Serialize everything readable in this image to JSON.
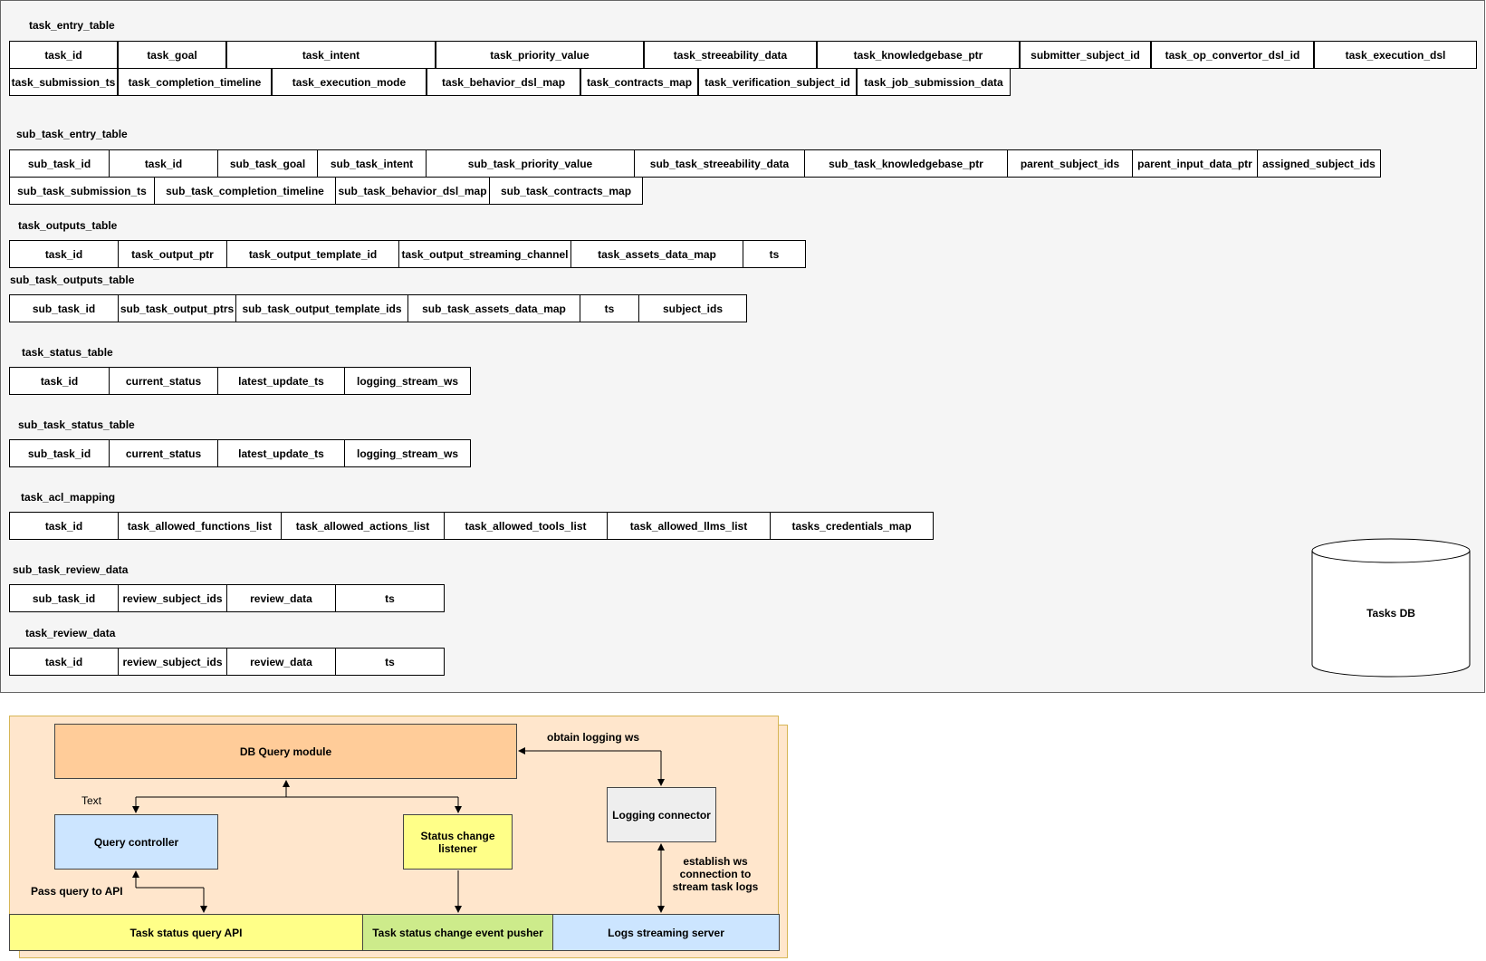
{
  "tables": [
    {
      "label": "task_entry_table",
      "rows": [
        [
          "task_id",
          "task_goal",
          "task_intent",
          "task_priority_value",
          "task_streeability_data",
          "task_knowledgebase_ptr",
          "submitter_subject_id",
          "task_op_convertor_dsl_id",
          "task_execution_dsl"
        ],
        [
          "task_submission_ts",
          "task_completion_timeline",
          "task_execution_mode",
          "task_behavior_dsl_map",
          "task_contracts_map",
          "task_verification_subject_id",
          "task_job_submission_data"
        ]
      ]
    },
    {
      "label": "sub_task_entry_table",
      "rows": [
        [
          "sub_task_id",
          "task_id",
          "sub_task_goal",
          "sub_task_intent",
          "sub_task_priority_value",
          "sub_task_streeability_data",
          "sub_task_knowledgebase_ptr",
          "parent_subject_ids",
          "parent_input_data_ptr",
          "assigned_subject_ids"
        ],
        [
          "sub_task_submission_ts",
          "sub_task_completion_timeline",
          "sub_task_behavior_dsl_map",
          "sub_task_contracts_map"
        ]
      ]
    },
    {
      "label": "task_outputs_table",
      "rows": [
        [
          "task_id",
          "task_output_ptr",
          "task_output_template_id",
          "task_output_streaming_channel",
          "task_assets_data_map",
          "ts"
        ]
      ]
    },
    {
      "label": "sub_task_outputs_table",
      "rows": [
        [
          "sub_task_id",
          "sub_task_output_ptrs",
          "sub_task_output_template_ids",
          "sub_task_assets_data_map",
          "ts",
          "subject_ids"
        ]
      ]
    },
    {
      "label": "task_status_table",
      "rows": [
        [
          "task_id",
          "current_status",
          "latest_update_ts",
          "logging_stream_ws"
        ]
      ]
    },
    {
      "label": "sub_task_status_table",
      "rows": [
        [
          "sub_task_id",
          "current_status",
          "latest_update_ts",
          "logging_stream_ws"
        ]
      ]
    },
    {
      "label": "task_acl_mapping",
      "rows": [
        [
          "task_id",
          "task_allowed_functions_list",
          "task_allowed_actions_list",
          "task_allowed_tools_list",
          "task_allowed_llms_list",
          "tasks_credentials_map"
        ]
      ]
    },
    {
      "label": "sub_task_review_data",
      "rows": [
        [
          "sub_task_id",
          "review_subject_ids",
          "review_data",
          "ts"
        ]
      ]
    },
    {
      "label": "task_review_data",
      "rows": [
        [
          "task_id",
          "review_subject_ids",
          "review_data",
          "ts"
        ]
      ]
    }
  ],
  "database": {
    "label": "Tasks DB"
  },
  "flow": {
    "db_query_module": "DB Query module",
    "query_controller": "Query controller",
    "status_change_listener": "Status change listener",
    "logging_connector": "Logging connector",
    "task_status_query_api": "Task status query API",
    "task_status_change_event_pusher": "Task status change event pusher",
    "logs_streaming_server": "Logs streaming server",
    "label_text": "Text",
    "label_obtain_logging_ws": "obtain logging ws",
    "label_pass_query": "Pass query to API",
    "label_establish_ws": "establish ws connection to stream task logs"
  },
  "colors": {
    "panel_bg": "#f5f5f5",
    "flow_bg": "#ffe6cc",
    "flow_border": "#d6b656",
    "db_query_fill": "#ffcc99",
    "query_controller_fill": "#cce5ff",
    "status_listener_fill": "#ffff88",
    "logging_connector_fill": "#eeeeee",
    "query_api_fill": "#ffff88",
    "event_pusher_fill": "#cdeb8b",
    "logs_server_fill": "#cce5ff"
  }
}
